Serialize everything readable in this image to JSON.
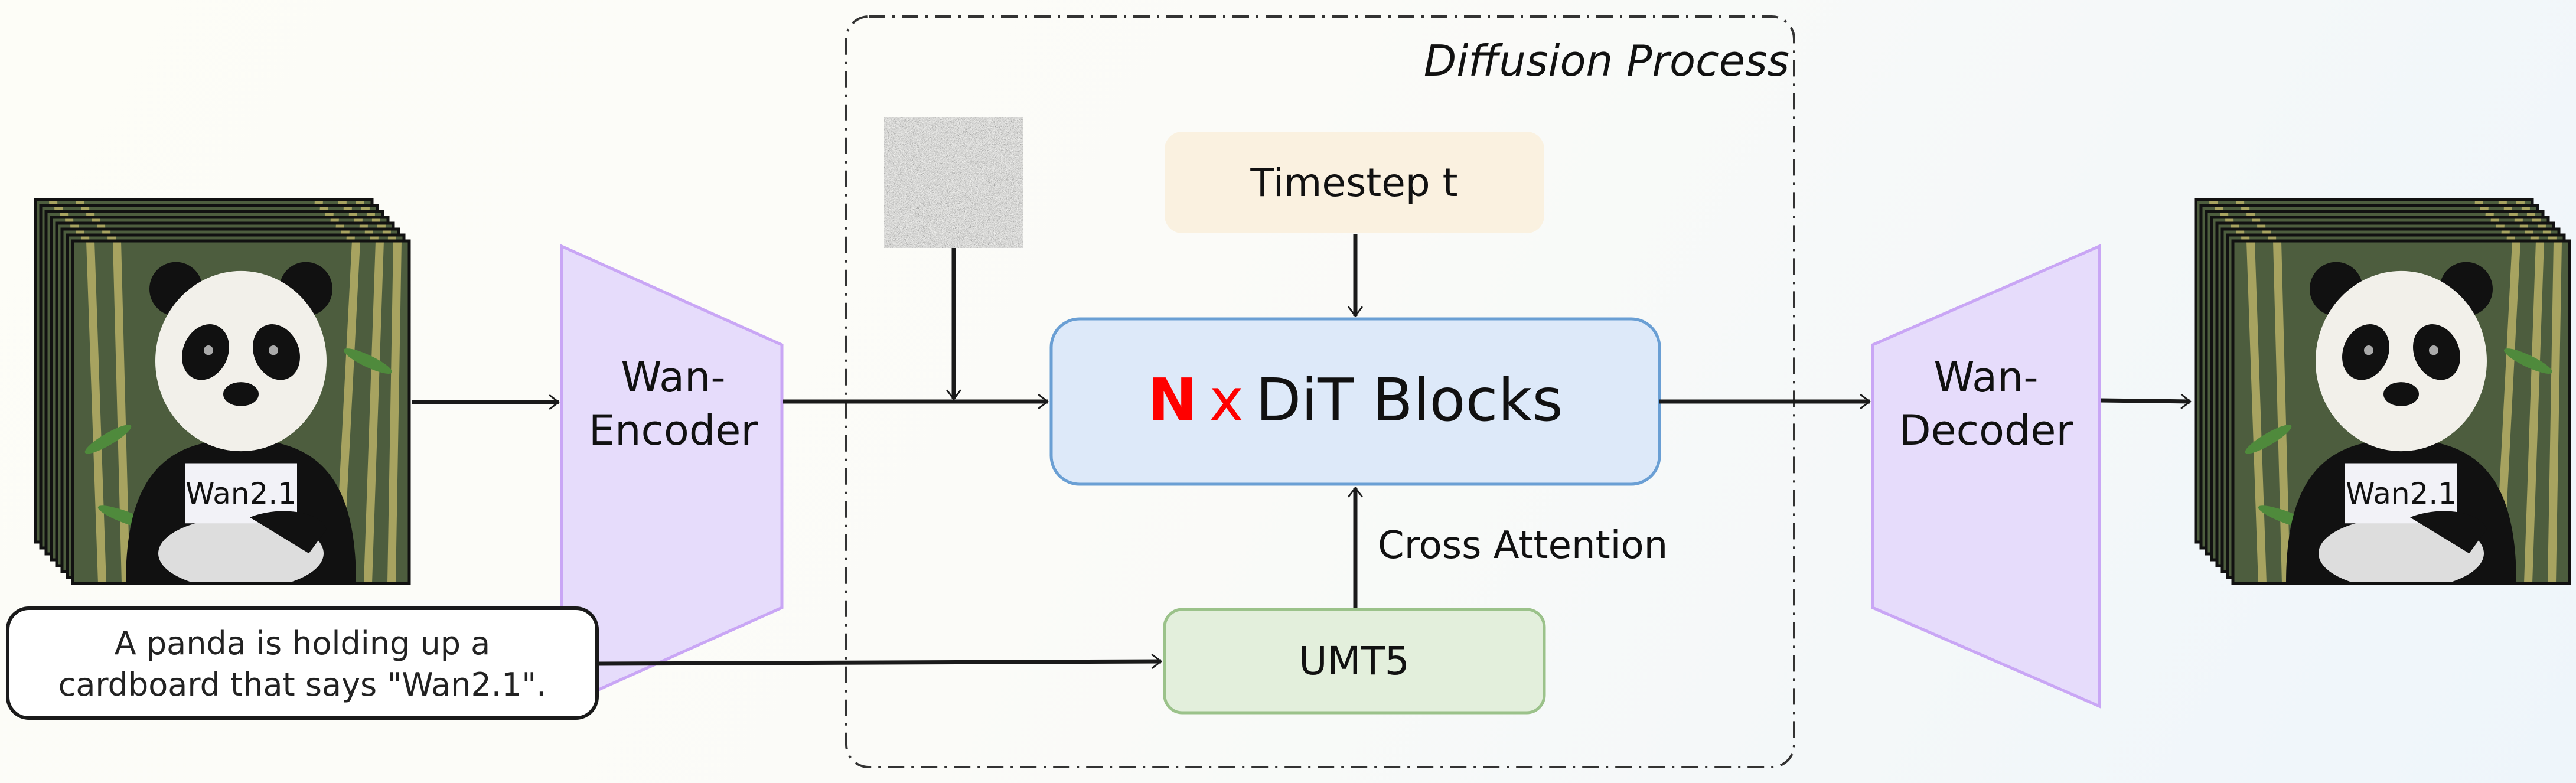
{
  "diffusion": {
    "title": "Diffusion Process"
  },
  "encoder": {
    "line1": "Wan-",
    "line2": "Encoder"
  },
  "decoder": {
    "line1": "Wan-",
    "line2": "Decoder"
  },
  "timestep": {
    "label": "Timestep t"
  },
  "dit": {
    "n": "N",
    "x": "x",
    "label": "DiT Blocks"
  },
  "cross_attention": {
    "label": "Cross Attention"
  },
  "umt5": {
    "label": "UMT5"
  },
  "prompt": {
    "line1": "A panda is holding up a",
    "line2": "cardboard that says \"Wan2.1\"."
  },
  "panda_sign": {
    "text": "Wan2.1"
  },
  "colors": {
    "encoder_fill": "#e6dcfb",
    "encoder_stroke": "#c9a6f5",
    "timestep_fill": "#faf1e0",
    "dit_fill": "#dde9f9",
    "dit_stroke": "#6a9fd4",
    "umt5_fill": "#e3efdc",
    "umt5_stroke": "#9bc28a",
    "accent_red": "#ff0000"
  }
}
